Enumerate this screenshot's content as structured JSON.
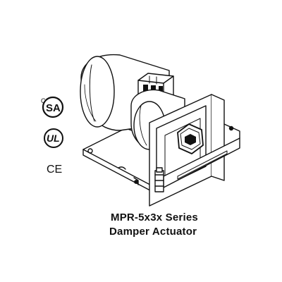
{
  "caption": {
    "line1": "MPR-5x3x Series",
    "line2": "Damper Actuator"
  },
  "certifications": {
    "csa_mark": "SA",
    "csa_c": "C",
    "ul_mark": "UL",
    "ce_mark": "CE"
  },
  "colors": {
    "ink": "#111111",
    "background": "#ffffff"
  },
  "icons": [
    "csa-certification-icon",
    "ul-listed-icon",
    "ce-mark-icon",
    "damper-actuator-illustration"
  ]
}
